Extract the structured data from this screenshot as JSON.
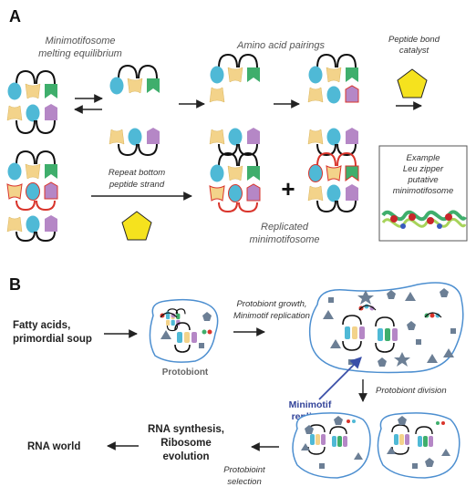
{
  "panel_a": {
    "label": "A",
    "melting_title_1": "Minimotifosome",
    "melting_title_2": "melting equilibrium",
    "amino_title": "Amino acid pairings",
    "catalyst_title_1": "Peptide bond",
    "catalyst_title_2": "catalyst",
    "repeat_1": "Repeat bottom",
    "repeat_2": "peptide strand",
    "replicated_1": "Replicated",
    "replicated_2": "minimotifosome",
    "plus": "+",
    "example_1": "Example",
    "example_2": "Leu zipper",
    "example_3": "putative",
    "example_4": "minimotifosome"
  },
  "panel_b": {
    "label": "B",
    "fatty_1": "Fatty acids,",
    "fatty_2": "primordial soup",
    "protobiont": "Protobiont",
    "growth_1": "Protobiont growth,",
    "growth_2": "Minimotif replication",
    "replicon_1": "Minimotif",
    "replicon_2": "replicon",
    "division": "Protobiont division",
    "rna_synth_1": "RNA synthesis,",
    "rna_synth_2": "Ribosome",
    "rna_synth_3": "evolution",
    "selection_1": "Protobioint",
    "selection_2": "selection",
    "rna_world": "RNA world"
  },
  "colors": {
    "cyan": "#4fb9d6",
    "yellow": "#f3d38a",
    "green": "#3fae6c",
    "purple": "#b587c6",
    "red": "#d9342b",
    "catalyst": "#f5e21e",
    "membrane": "#4d8fd0",
    "gray_shape": "#6c7f95"
  }
}
